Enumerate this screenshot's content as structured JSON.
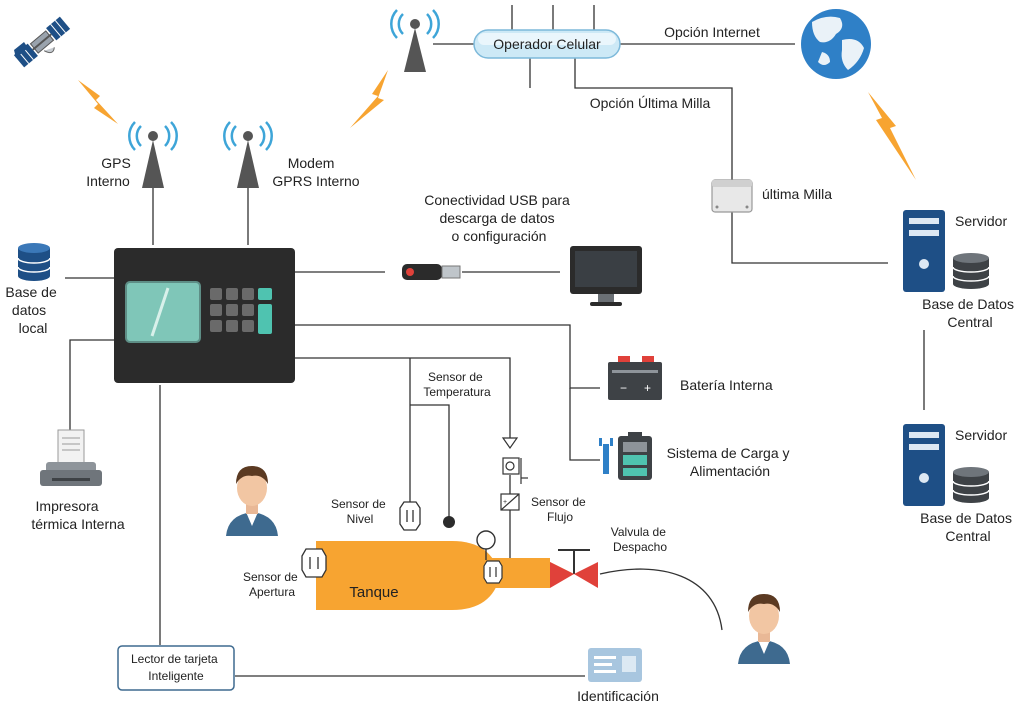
{
  "labels": {
    "gps": [
      "GPS",
      "Interno"
    ],
    "modem": [
      "Modem",
      "GPRS Interno"
    ],
    "operador": "Operador Celular",
    "opcion_internet": "Opción Internet",
    "opcion_ultima_milla": "Opción Última Milla",
    "ultima_milla": "última Milla",
    "usb": [
      "Conectividad USB para",
      "descarga de datos",
      "o configuración"
    ],
    "base_local": [
      "Base de",
      "datos",
      "local"
    ],
    "servidor_1": "Servidor",
    "base_central_1": [
      "Base de Datos",
      "Central"
    ],
    "servidor_2": "Servidor",
    "base_central_2": [
      "Base de Datos",
      "Central"
    ],
    "bateria": "Batería Interna",
    "sistema_carga": [
      "Sistema de Carga y",
      "Alimentación"
    ],
    "sensor_temperatura": [
      "Sensor de",
      "Temperatura"
    ],
    "sensor_nivel": [
      "Sensor de",
      "Nivel"
    ],
    "sensor_flujo": [
      "Sensor de",
      "Flujo"
    ],
    "valvula": [
      "Valvula de",
      "Despacho"
    ],
    "sensor_apertura": [
      "Sensor de",
      "Apertura"
    ],
    "tanque": "Tanque",
    "impresora": [
      "Impresora",
      "térmica Interna"
    ],
    "lector": [
      "Lector  de tarjeta",
      "Inteligente"
    ],
    "identificacion": "Identificación"
  },
  "colors": {
    "orange": "#F7A431",
    "device": "#2B2B2B",
    "screen": "#7FC6B8",
    "accent": "#4FC3B0",
    "blue": "#1E4F86",
    "globe": "#2F80C7",
    "red": "#E0413A"
  }
}
